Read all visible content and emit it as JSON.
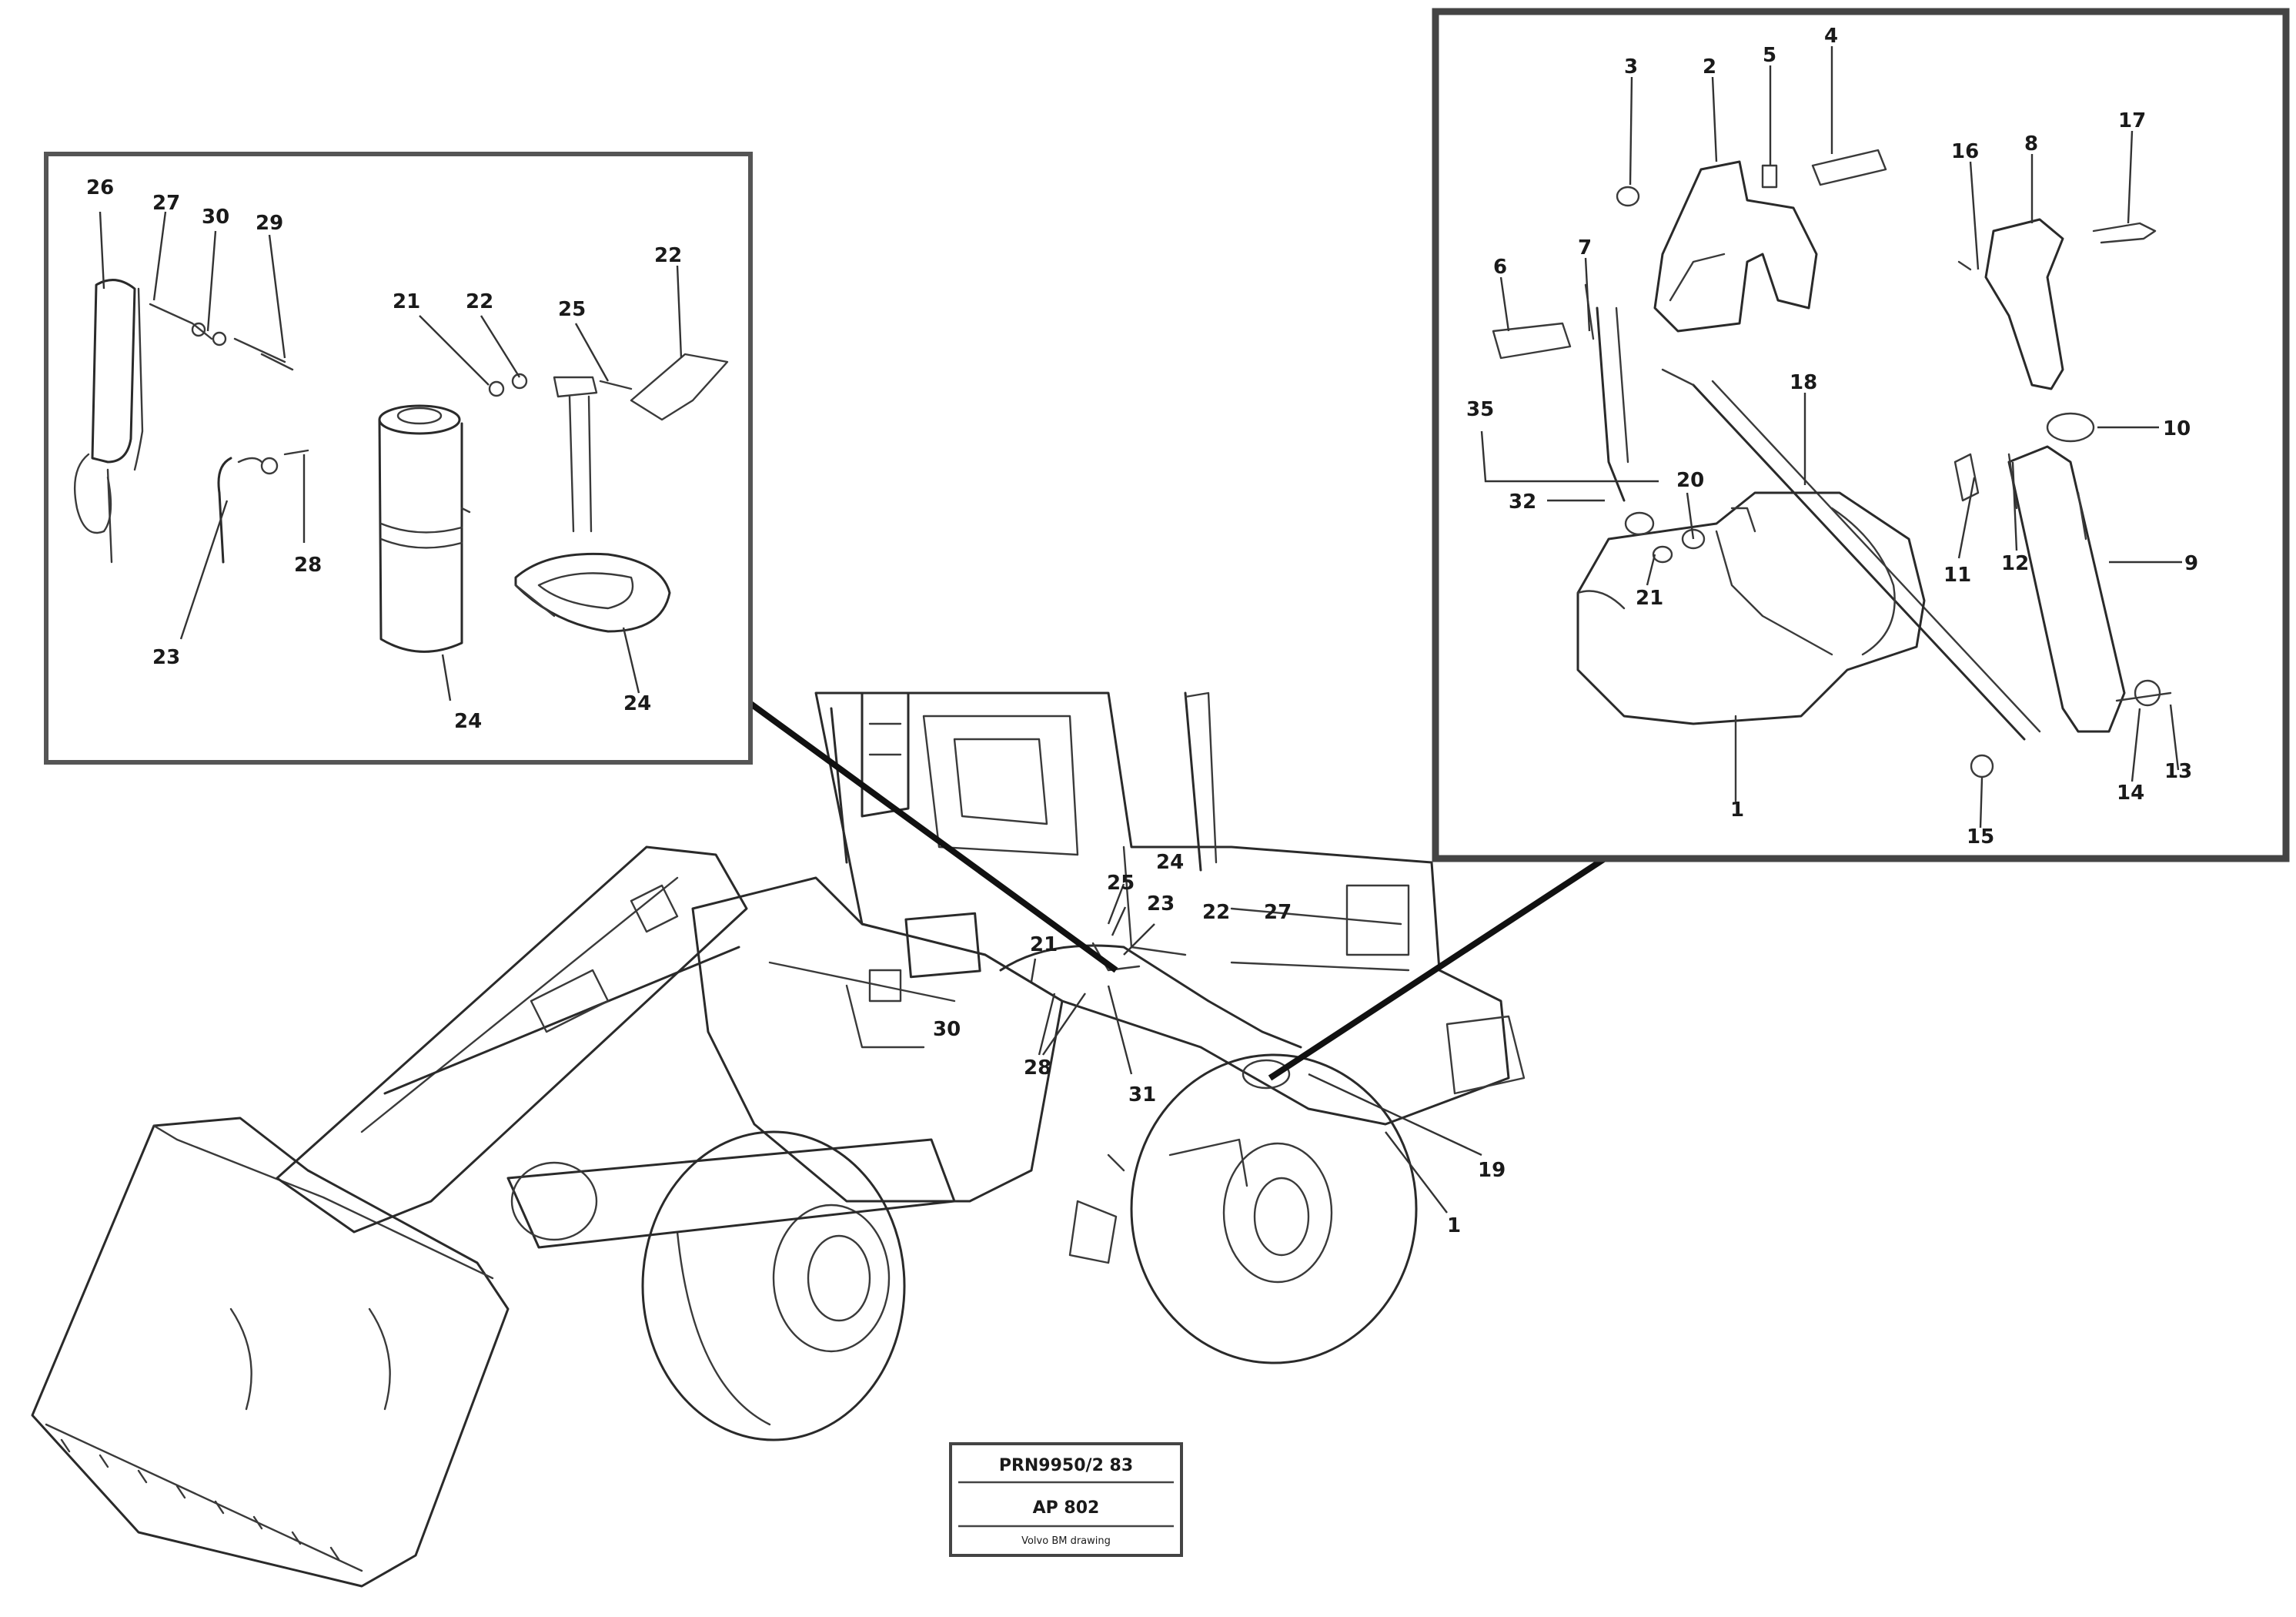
{
  "figure": {
    "machine_labels": [
      {
        "id": "l24a",
        "text": "24"
      },
      {
        "id": "l25a",
        "text": "25"
      },
      {
        "id": "l23a",
        "text": "23"
      },
      {
        "id": "l22a",
        "text": "22"
      },
      {
        "id": "l21a",
        "text": "21"
      },
      {
        "id": "l27a",
        "text": "27"
      },
      {
        "id": "l30a",
        "text": "30"
      },
      {
        "id": "l28a",
        "text": "28"
      },
      {
        "id": "l31a",
        "text": "31"
      },
      {
        "id": "l19a",
        "text": "19"
      },
      {
        "id": "l1a",
        "text": "1"
      }
    ],
    "left_inset_labels": [
      {
        "id": "i26",
        "text": "26"
      },
      {
        "id": "i27",
        "text": "27"
      },
      {
        "id": "i30",
        "text": "30"
      },
      {
        "id": "i29",
        "text": "29"
      },
      {
        "id": "i21",
        "text": "21"
      },
      {
        "id": "i22",
        "text": "22"
      },
      {
        "id": "i25",
        "text": "25"
      },
      {
        "id": "i23",
        "text": "23"
      },
      {
        "id": "i28",
        "text": "28"
      },
      {
        "id": "i22b",
        "text": "22"
      },
      {
        "id": "i24",
        "text": "24"
      },
      {
        "id": "i24b",
        "text": "24"
      }
    ],
    "right_inset_labels": [
      {
        "id": "r3",
        "text": "3"
      },
      {
        "id": "r2",
        "text": "2"
      },
      {
        "id": "r5",
        "text": "5"
      },
      {
        "id": "r4",
        "text": "4"
      },
      {
        "id": "r16",
        "text": "16"
      },
      {
        "id": "r8",
        "text": "8"
      },
      {
        "id": "r17",
        "text": "17"
      },
      {
        "id": "r6",
        "text": "6"
      },
      {
        "id": "r7",
        "text": "7"
      },
      {
        "id": "r18",
        "text": "18"
      },
      {
        "id": "r35",
        "text": "35"
      },
      {
        "id": "r20",
        "text": "20"
      },
      {
        "id": "r32",
        "text": "32"
      },
      {
        "id": "r10",
        "text": "10"
      },
      {
        "id": "r11",
        "text": "11"
      },
      {
        "id": "r12",
        "text": "12"
      },
      {
        "id": "r9",
        "text": "9"
      },
      {
        "id": "r21",
        "text": "21"
      },
      {
        "id": "r14",
        "text": "14"
      },
      {
        "id": "r13",
        "text": "13"
      },
      {
        "id": "r1",
        "text": "1"
      },
      {
        "id": "r15",
        "text": "15"
      }
    ],
    "stamp": {
      "top": "PRN9950/2 83",
      "middle": "AP 802",
      "bottom": "Volvo BM drawing"
    }
  }
}
